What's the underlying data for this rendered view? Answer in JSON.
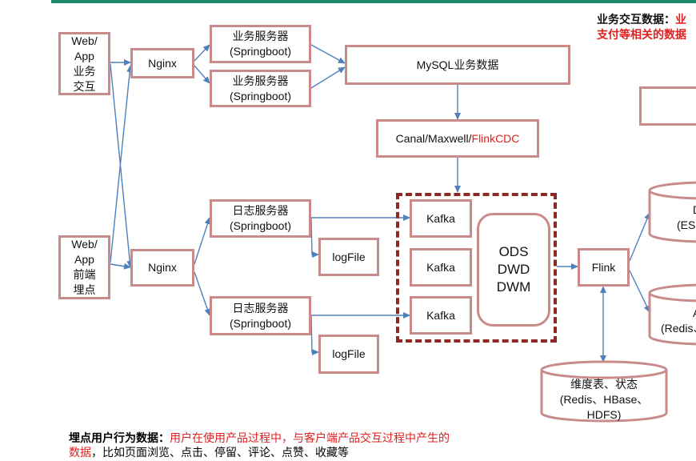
{
  "right_note": {
    "line1_label": "业务交互数据：",
    "line1_value": "业",
    "line2": "支付等相关的数据"
  },
  "boxes": {
    "web_app_interact": [
      "Web/",
      "App",
      "业务",
      "交互"
    ],
    "nginx_top": "Nginx",
    "biz_server_1": [
      "业务服务器",
      "(Springboot)"
    ],
    "biz_server_2": [
      "业务服务器",
      "(Springboot)"
    ],
    "mysql": "MySQL业务数据",
    "cdc_prefix": "Canal/Maxwell/",
    "cdc_flink": "FlinkCDC",
    "web_app_track": [
      "Web/",
      "App",
      "前端",
      "埋点"
    ],
    "nginx_bottom": "Nginx",
    "log_server_1": [
      "日志服务器",
      "(Springboot)"
    ],
    "log_server_2": [
      "日志服务器",
      "(Springboot)"
    ],
    "logfile_1": "logFile",
    "logfile_2": "logFile",
    "kafka_1": "Kafka",
    "kafka_2": "Kafka",
    "kafka_3": "Kafka",
    "layers": [
      "ODS",
      "DWD",
      "DWM"
    ],
    "flink": "Flink"
  },
  "cylinders": {
    "dimension": [
      "维度表、状态",
      "(Redis、HBase、",
      "HDFS)"
    ],
    "right_top": [
      "D",
      "(ES"
    ],
    "right_bottom": [
      "A",
      "(Redis、"
    ]
  },
  "bottom_note": {
    "label": "埋点用户行为数据：",
    "red_1": "用户在使用产品过程中，与客户端产品交互过程中产生的",
    "red_2": "数据",
    "rest": "，比如页面浏览、点击、停留、评论、点赞、收藏等"
  }
}
